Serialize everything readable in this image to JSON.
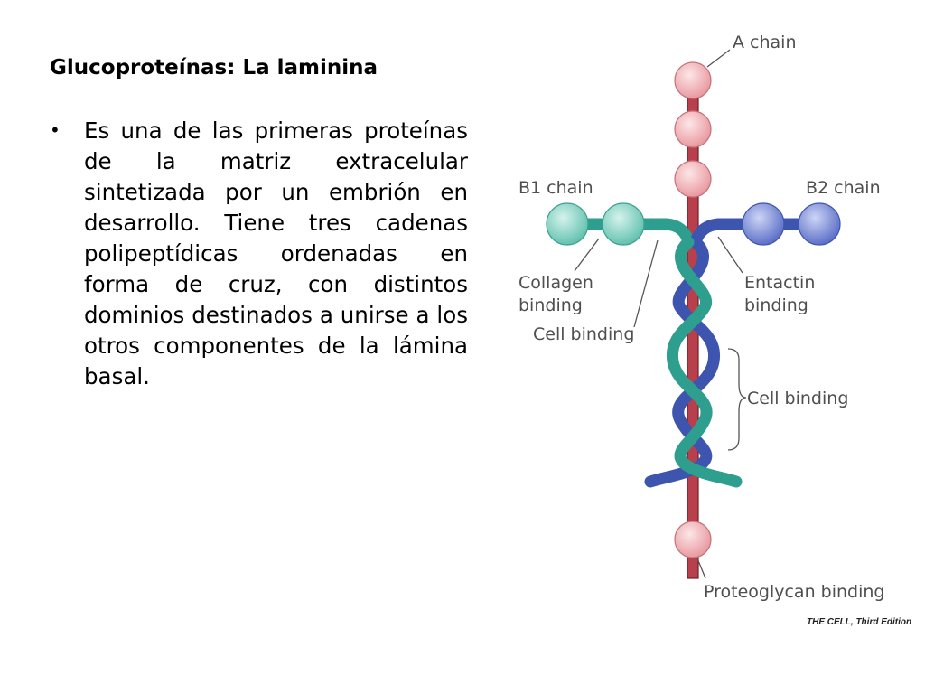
{
  "slide": {
    "title": "Glucoproteínas: La laminina",
    "bullet": "Es una de las primeras proteínas de la matriz extracelular sintetizada por un embrión en desarrollo. Tiene tres cadenas polipeptídicas ordenadas en forma de cruz, con distintos dominios destinados a unirse a los otros componentes de la lámina basal."
  },
  "diagram": {
    "labels": {
      "a_chain": "A chain",
      "b1_chain": "B1 chain",
      "b2_chain": "B2 chain",
      "collagen_binding_1": "Collagen",
      "collagen_binding_2": "binding",
      "cell_binding_left": "Cell binding",
      "entactin_binding_1": "Entactin",
      "entactin_binding_2": "binding",
      "cell_binding_right": "Cell binding",
      "proteoglycan_binding": "Proteoglycan binding"
    },
    "credit": "THE CELL, Third Edition",
    "colors": {
      "a_chain": "#b8404c",
      "a_chain_globule": "#f2b9bd",
      "b1_chain": "#2e9f8e",
      "b1_chain_globule": "#8fd8c9",
      "b2_chain": "#3e55b0",
      "b2_chain_globule": "#7f90d6",
      "leader_line": "#555555"
    }
  }
}
